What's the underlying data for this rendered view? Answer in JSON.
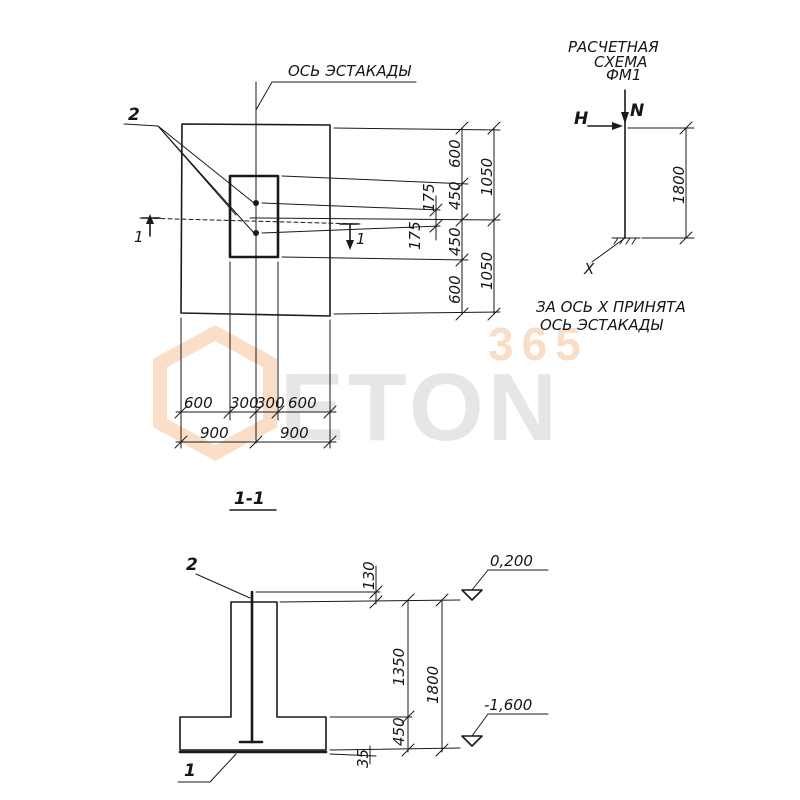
{
  "plan": {
    "axis_label": "ОСЬ ЭСТАКАДЫ",
    "callout": "2",
    "section_mark_left": "1",
    "section_mark_right": "1",
    "dims_right": {
      "top_full": "1050",
      "bottom_full": "1050",
      "top_outer": "600",
      "top_inner": "450",
      "mid_upper": "175",
      "mid_lower": "175",
      "bottom_inner": "450",
      "bottom_outer": "600"
    },
    "dims_bottom": {
      "a": "600",
      "b": "300",
      "c": "300",
      "d": "600",
      "half_left": "900",
      "half_right": "900"
    }
  },
  "scheme": {
    "title_line1": "РАСЧЕТНАЯ",
    "title_line2": "СХЕМА",
    "title_line3": "ФМ1",
    "force_h": "H",
    "force_n": "N",
    "height": "1800",
    "axis_x": "X",
    "note_line1": "ЗА ОСЬ X ПРИНЯТА",
    "note_line2": "ОСЬ ЭСТАКАДЫ"
  },
  "watermark": {
    "number": "365",
    "word": "ETON"
  },
  "section": {
    "title": "1-1",
    "callout_top": "2",
    "callout_bottom": "1",
    "top_elev": "0,200",
    "bottom_elev": "-1,600",
    "dim_top": "130",
    "dim_column": "1350",
    "dim_total": "1800",
    "dim_slab": "450",
    "dim_prep": "35"
  }
}
